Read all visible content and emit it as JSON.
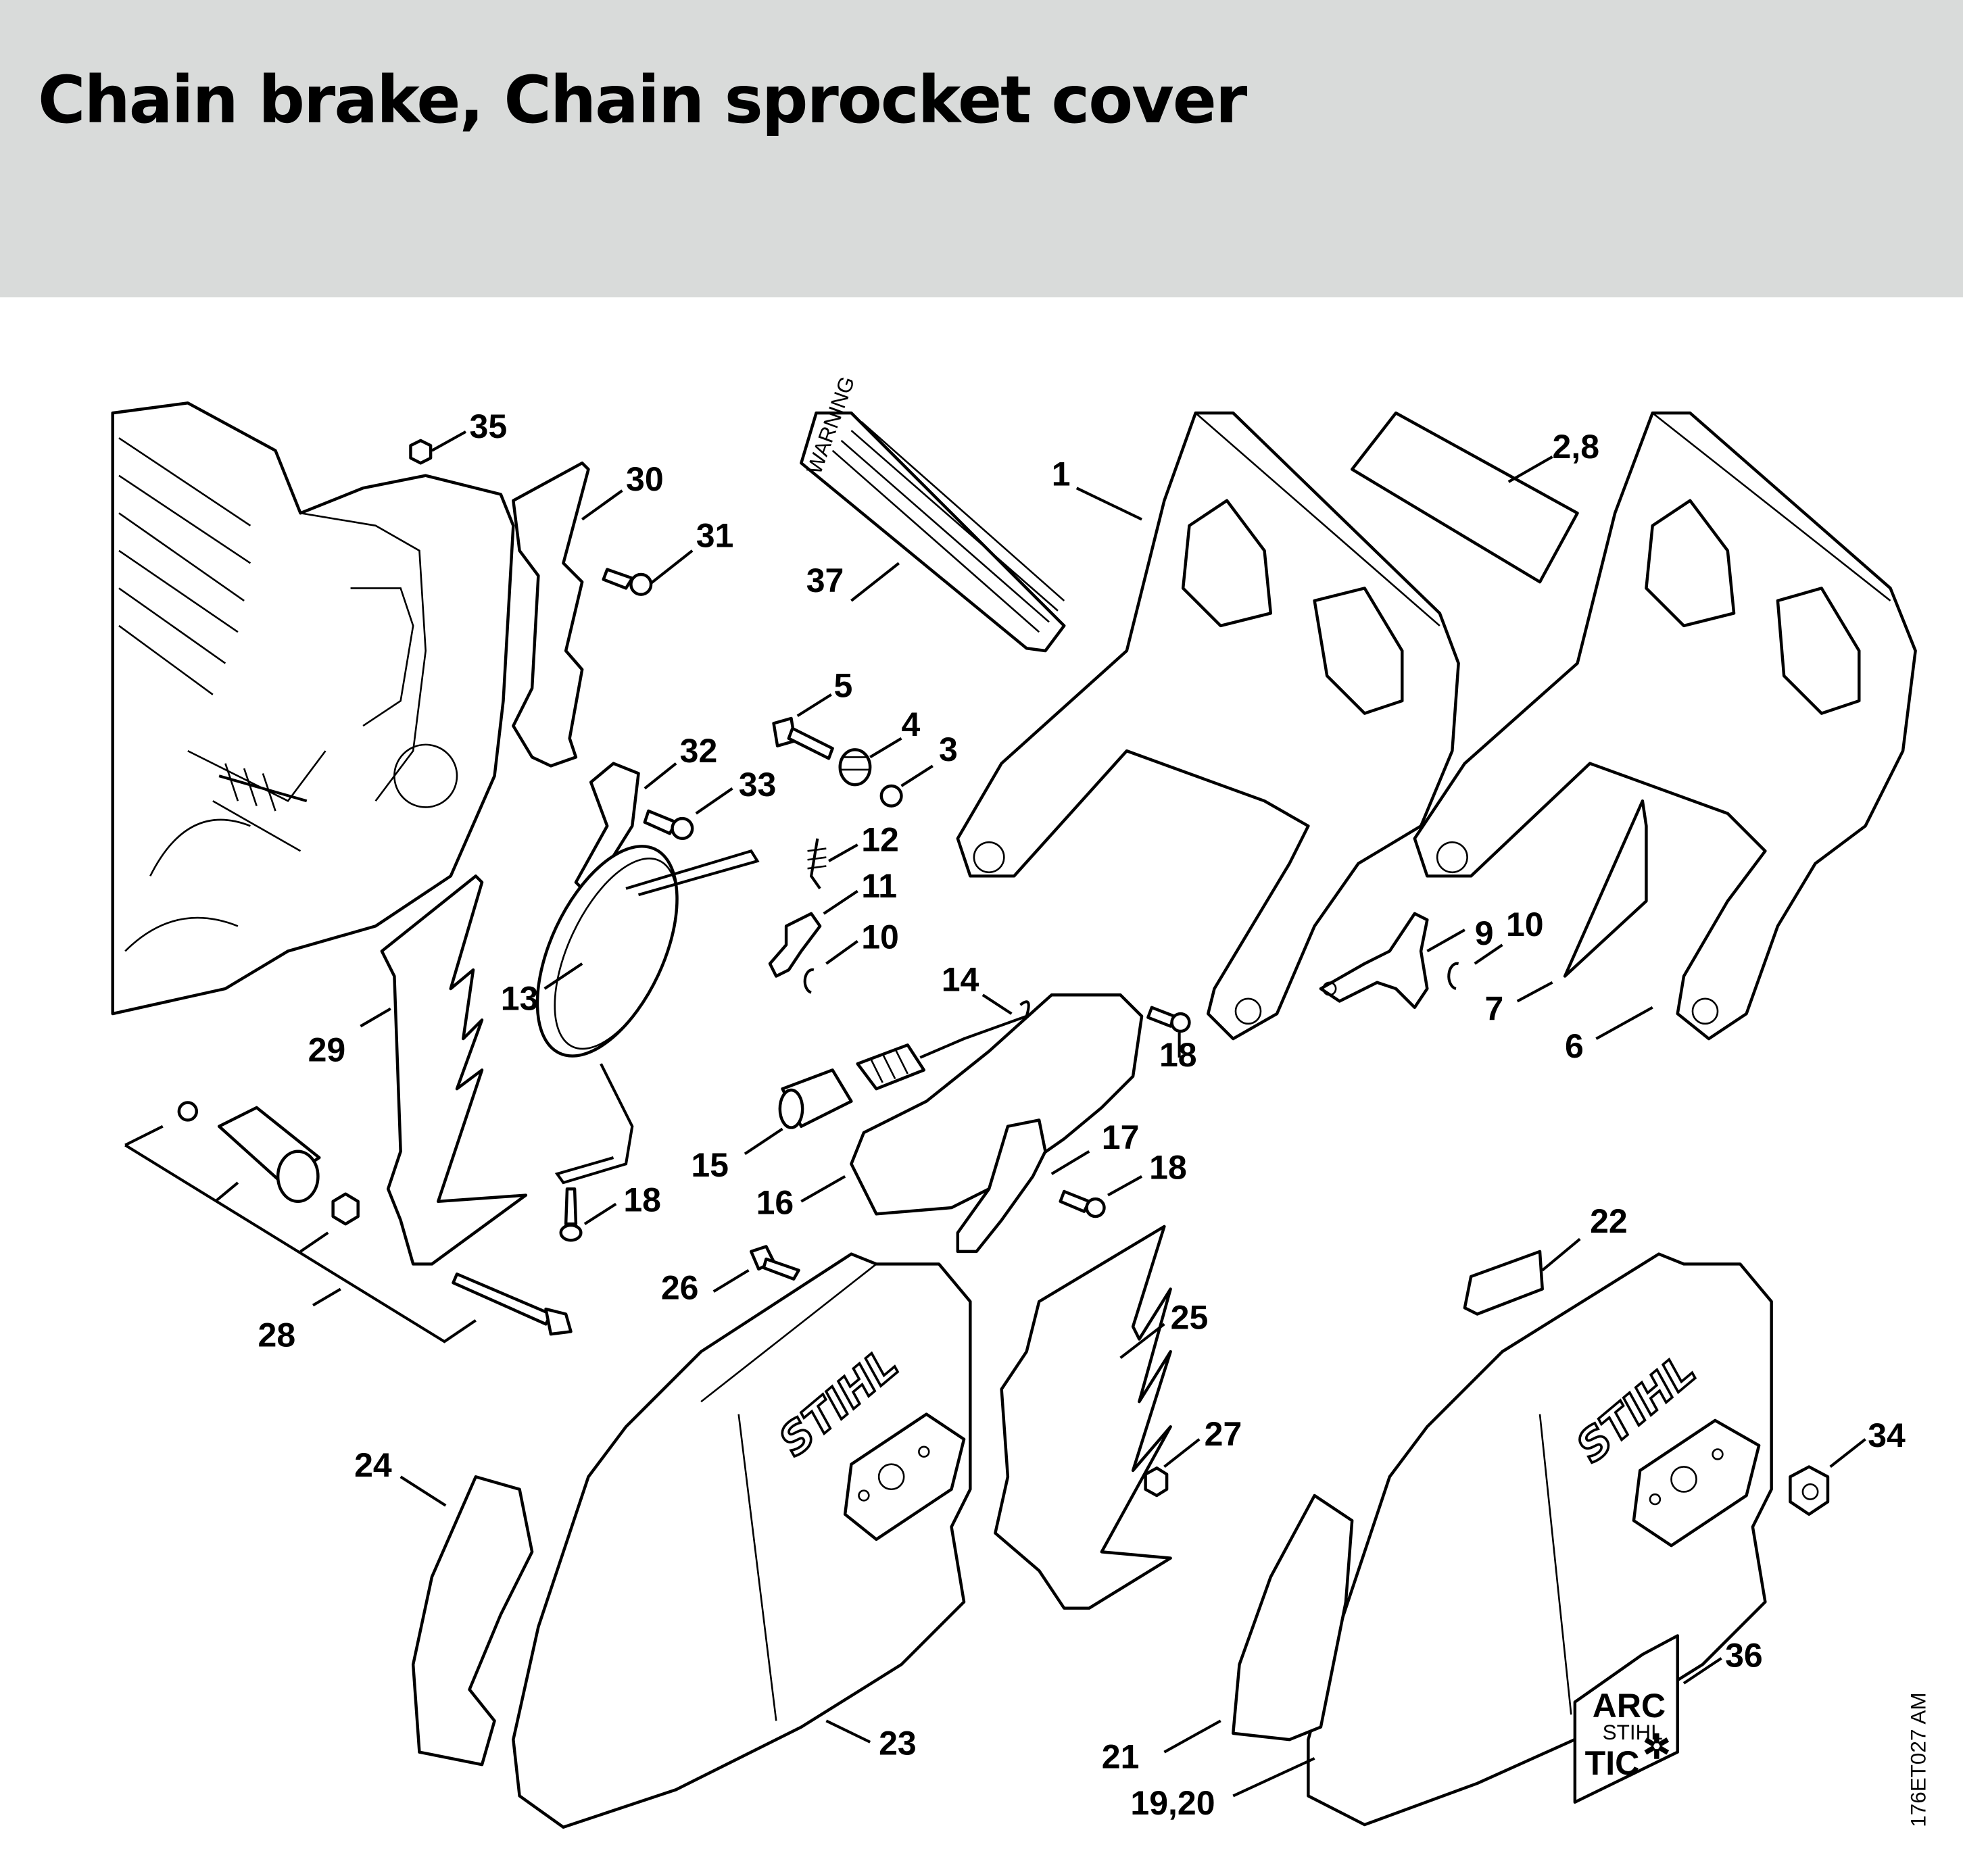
{
  "page": {
    "title": "Chain brake, Chain sprocket cover",
    "header_color": "#d9dbda",
    "drawing_code": "176ET027 AM"
  },
  "decals": {
    "warning_text": "WARNING",
    "brand_text": "STIHL",
    "arctic_line1": "ARC",
    "arctic_line2": "TIC",
    "arctic_small": "STIHL"
  },
  "callouts": [
    {
      "id": "c1",
      "label": "1"
    },
    {
      "id": "c2-8",
      "label": "2,8"
    },
    {
      "id": "c3",
      "label": "3"
    },
    {
      "id": "c4",
      "label": "4"
    },
    {
      "id": "c5",
      "label": "5"
    },
    {
      "id": "c6",
      "label": "6"
    },
    {
      "id": "c7",
      "label": "7"
    },
    {
      "id": "c9",
      "label": "9"
    },
    {
      "id": "c10a",
      "label": "10"
    },
    {
      "id": "c10b",
      "label": "10"
    },
    {
      "id": "c11",
      "label": "11"
    },
    {
      "id": "c12",
      "label": "12"
    },
    {
      "id": "c13",
      "label": "13"
    },
    {
      "id": "c14",
      "label": "14"
    },
    {
      "id": "c15",
      "label": "15"
    },
    {
      "id": "c16",
      "label": "16"
    },
    {
      "id": "c17",
      "label": "17"
    },
    {
      "id": "c18a",
      "label": "18"
    },
    {
      "id": "c18b",
      "label": "18"
    },
    {
      "id": "c18c",
      "label": "18"
    },
    {
      "id": "c19-20",
      "label": "19,20"
    },
    {
      "id": "c21",
      "label": "21"
    },
    {
      "id": "c22",
      "label": "22"
    },
    {
      "id": "c23",
      "label": "23"
    },
    {
      "id": "c24",
      "label": "24"
    },
    {
      "id": "c25",
      "label": "25"
    },
    {
      "id": "c26",
      "label": "26"
    },
    {
      "id": "c27",
      "label": "27"
    },
    {
      "id": "c28",
      "label": "28"
    },
    {
      "id": "c29",
      "label": "29"
    },
    {
      "id": "c30",
      "label": "30"
    },
    {
      "id": "c31",
      "label": "31"
    },
    {
      "id": "c32",
      "label": "32"
    },
    {
      "id": "c33",
      "label": "33"
    },
    {
      "id": "c34",
      "label": "34"
    },
    {
      "id": "c35",
      "label": "35"
    },
    {
      "id": "c36",
      "label": "36"
    },
    {
      "id": "c37",
      "label": "37"
    }
  ]
}
